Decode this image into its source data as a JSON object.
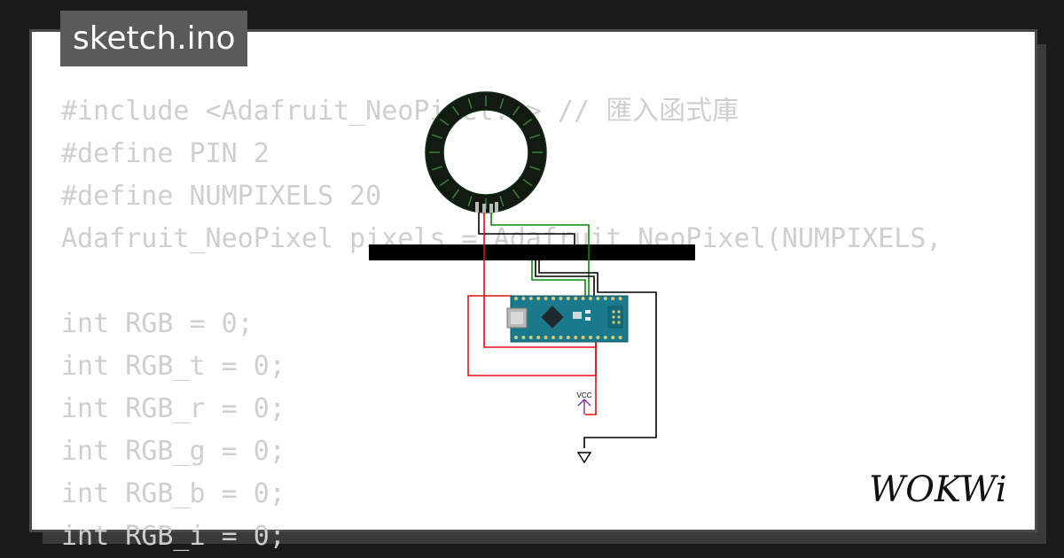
{
  "file_tab": {
    "title": "sketch.ino"
  },
  "code": {
    "lines": [
      "#include <Adafruit_NeoPixel.h> // 匯入函式庫",
      "#define PIN 2",
      "#define NUMPIXELS 20",
      "Adafruit_NeoPixel pixels = Adafruit_NeoPixel(NUMPIXELS,",
      "",
      "int RGB = 0;",
      "int RGB_t = 0;",
      "int RGB_r = 0;",
      "int RGB_g = 0;",
      "int RGB_b = 0;",
      "int RGB_i = 0;"
    ]
  },
  "diagram": {
    "vcc_label": "VCC",
    "wire_colors": {
      "red": "#e01010",
      "green": "#0a8a0a",
      "black": "#000000"
    },
    "board_color": "#1a7a8c"
  },
  "logo": {
    "text": "WOKWi"
  }
}
